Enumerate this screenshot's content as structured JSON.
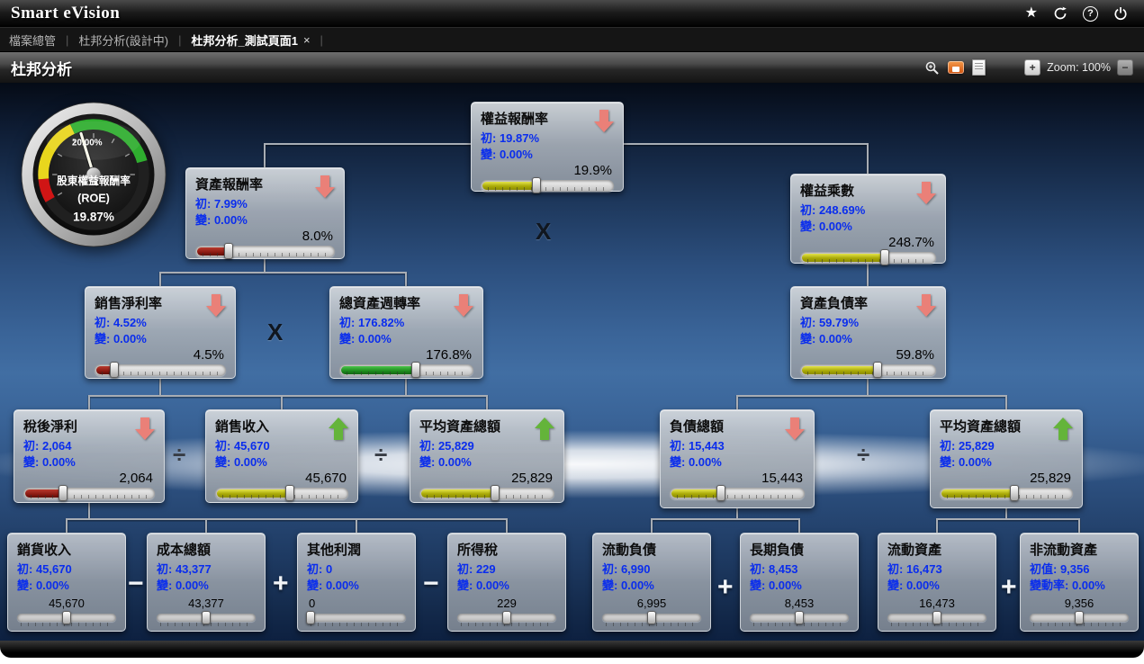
{
  "titlebar": {
    "app_title": "Smart eVision",
    "star_glyph": "★",
    "help_glyph": "?"
  },
  "tabbar": {
    "separator": "|",
    "items": [
      {
        "label": "檔案總管"
      },
      {
        "label": "杜邦分析(設計中)"
      },
      {
        "label": "杜邦分析_測試頁面1",
        "close_glyph": "×",
        "active": true
      }
    ]
  },
  "toolbar": {
    "page_title": "杜邦分析",
    "zoom_in_glyph": "+",
    "zoom_label": "Zoom: 100%",
    "zoom_out_glyph": "−"
  },
  "gauge": {
    "tick_label": "20.00%",
    "title": "股東權益報酬率",
    "subtitle": "(ROE)",
    "value": "19.87%"
  },
  "operators": {
    "x1": "X",
    "x2": "X",
    "div1": "÷",
    "div2": "÷",
    "div3": "÷",
    "minus1": "−",
    "plus1": "+",
    "minus2": "−",
    "plus2": "+",
    "plus3": "+"
  },
  "nodes": {
    "roe": {
      "title": "權益報酬率",
      "line1": "初: 19.87%",
      "line2": "變: 0.00%",
      "value": "19.9%"
    },
    "roa": {
      "title": "資產報酬率",
      "line1": "初: 7.99%",
      "line2": "變: 0.00%",
      "value": "8.0%"
    },
    "em": {
      "title": "權益乘數",
      "line1": "初: 248.69%",
      "line2": "變: 0.00%",
      "value": "248.7%"
    },
    "npm": {
      "title": "銷售淨利率",
      "line1": "初: 4.52%",
      "line2": "變: 0.00%",
      "value": "4.5%"
    },
    "tat": {
      "title": "總資產週轉率",
      "line1": "初: 176.82%",
      "line2": "變: 0.00%",
      "value": "176.8%"
    },
    "dar": {
      "title": "資產負債率",
      "line1": "初: 59.79%",
      "line2": "變: 0.00%",
      "value": "59.8%"
    },
    "ni": {
      "title": "稅後淨利",
      "line1": "初: 2,064",
      "line2": "變: 0.00%",
      "value": "2,064"
    },
    "rev": {
      "title": "銷售收入",
      "line1": "初: 45,670",
      "line2": "變: 0.00%",
      "value": "45,670"
    },
    "aa1": {
      "title": "平均資產總額",
      "line1": "初: 25,829",
      "line2": "變: 0.00%",
      "value": "25,829"
    },
    "debt": {
      "title": "負債總額",
      "line1": "初: 15,443",
      "line2": "變: 0.00%",
      "value": "15,443"
    },
    "aa2": {
      "title": "平均資產總額",
      "line1": "初: 25,829",
      "line2": "變: 0.00%",
      "value": "25,829"
    },
    "rev2": {
      "title": "銷貨收入",
      "line1": "初: 45,670",
      "line2": "變: 0.00%",
      "value": "45,670"
    },
    "cost": {
      "title": "成本總額",
      "line1": "初: 43,377",
      "line2": "變: 0.00%",
      "value": "43,377"
    },
    "other": {
      "title": "其他利潤",
      "line1": "初: 0",
      "line2": "變: 0.00%",
      "value": "0"
    },
    "tax": {
      "title": "所得稅",
      "line1": "初: 229",
      "line2": "變: 0.00%",
      "value": "229"
    },
    "cl": {
      "title": "流動負債",
      "line1": "初: 6,990",
      "line2": "變: 0.00%",
      "value": "6,995"
    },
    "ltd": {
      "title": "長期負債",
      "line1": "初: 8,453",
      "line2": "變: 0.00%",
      "value": "8,453"
    },
    "ca": {
      "title": "流動資產",
      "line1": "初: 16,473",
      "line2": "變: 0.00%",
      "value": "16,473"
    },
    "nca": {
      "title": "非流動資產",
      "line1": "初值: 9,356",
      "line2": "變動率: 0.00%",
      "value": "9,356"
    }
  }
}
